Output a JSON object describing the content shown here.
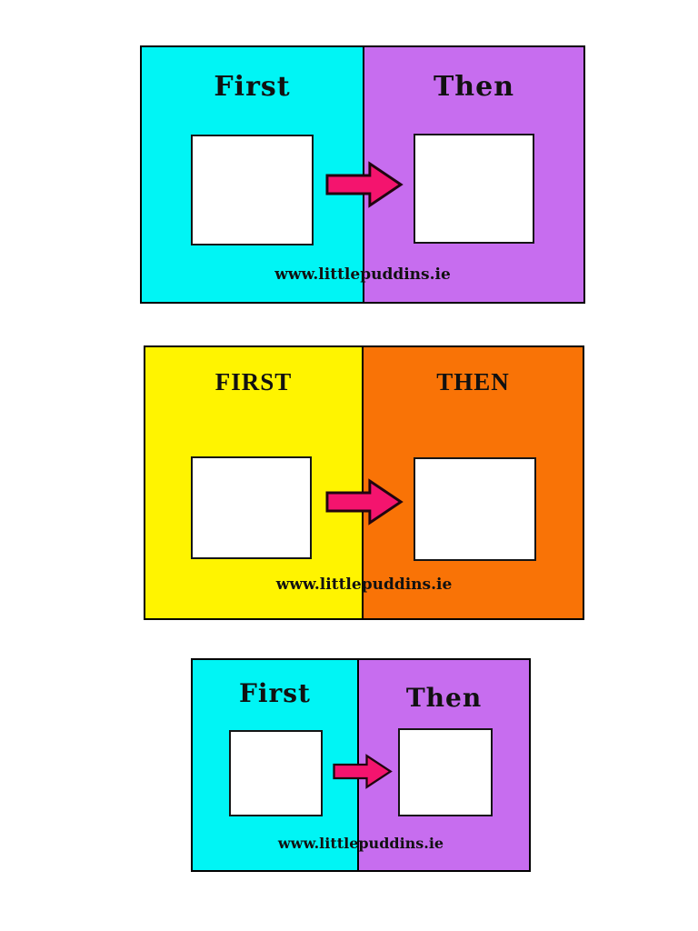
{
  "page": {
    "background": "#ffffff"
  },
  "boards": [
    {
      "first_label": "First",
      "then_label": "Then",
      "website": "www.littlepuddins.ie",
      "first_bg": "#00f5f5",
      "then_bg": "#c76def",
      "slot_bg": "#ffffff",
      "arrow_color": "#f4146e",
      "arrow_outline": "#20050f",
      "border_color": "#000000"
    },
    {
      "first_label": "FIRST",
      "then_label": "THEN",
      "website": "www.littlepuddins.ie",
      "first_bg": "#fff400",
      "then_bg": "#f97306",
      "slot_bg": "#ffffff",
      "arrow_color": "#f4146e",
      "arrow_outline": "#20050f",
      "border_color": "#000000"
    },
    {
      "first_label": "First",
      "then_label": "Then",
      "website": "www.littlepuddins.ie",
      "first_bg": "#00f5f5",
      "then_bg": "#c76def",
      "slot_bg": "#ffffff",
      "arrow_color": "#f4146e",
      "arrow_outline": "#20050f",
      "border_color": "#000000"
    }
  ]
}
